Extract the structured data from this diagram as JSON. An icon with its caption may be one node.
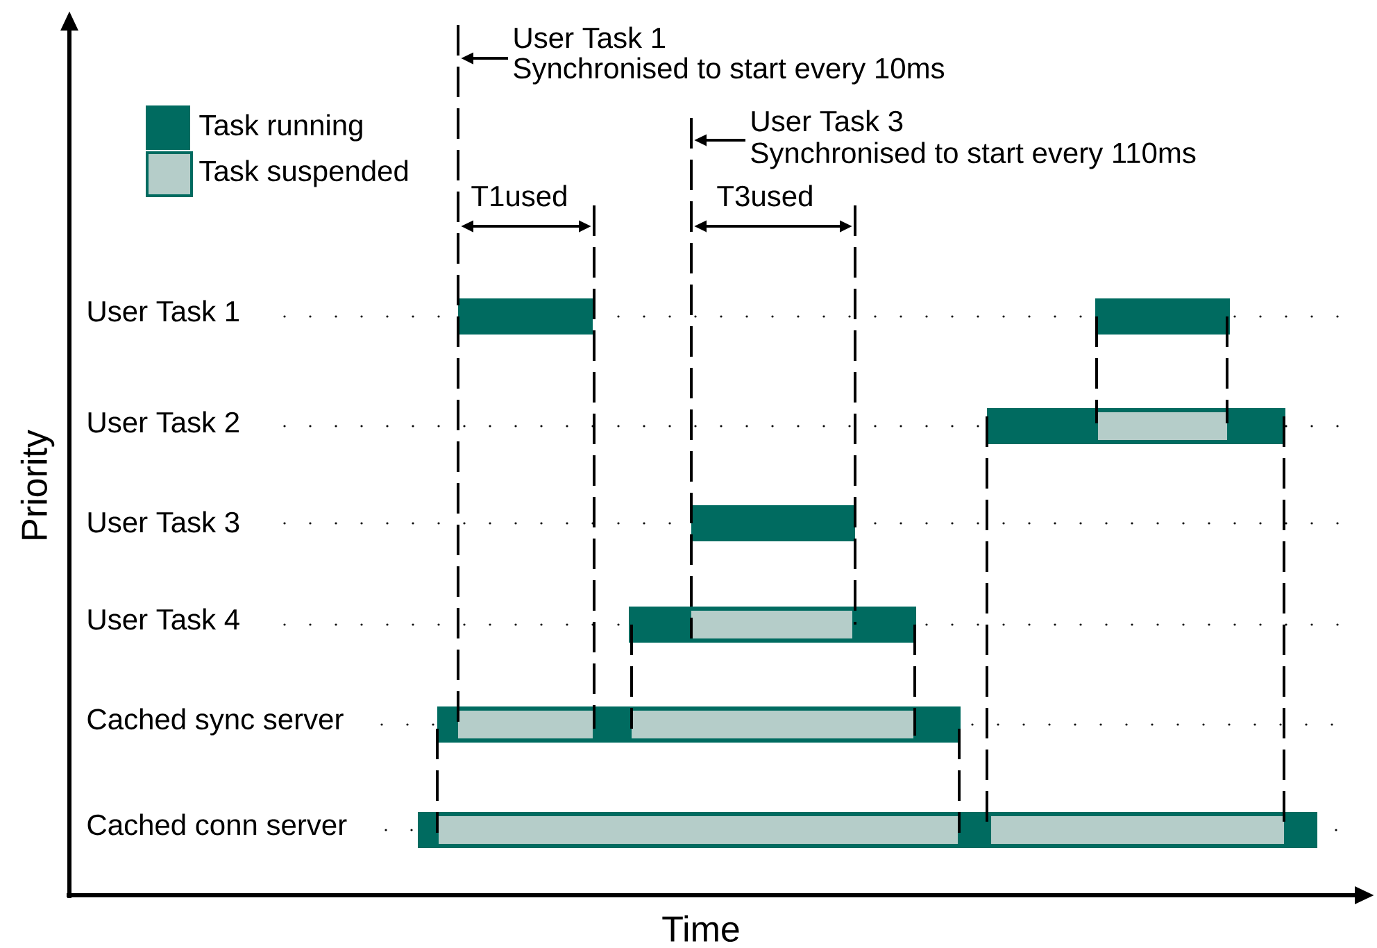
{
  "diagram": {
    "labels": [
      "User Task 1",
      "Synchronised to start every 10ms",
      "User Task 3",
      "Synchronised to start every 110ms",
      "T1used",
      "T3used",
      "User Task 1",
      "User Task 2",
      "User Task 3",
      "User Task 4",
      "Cached sync server",
      "Cached conn server",
      "Priority",
      "Time"
    ],
    "legend": [
      {
        "text": "Task running",
        "color": "#006b60"
      },
      {
        "text": "Task suspended",
        "color": "#b5cdc9"
      }
    ]
  }
}
